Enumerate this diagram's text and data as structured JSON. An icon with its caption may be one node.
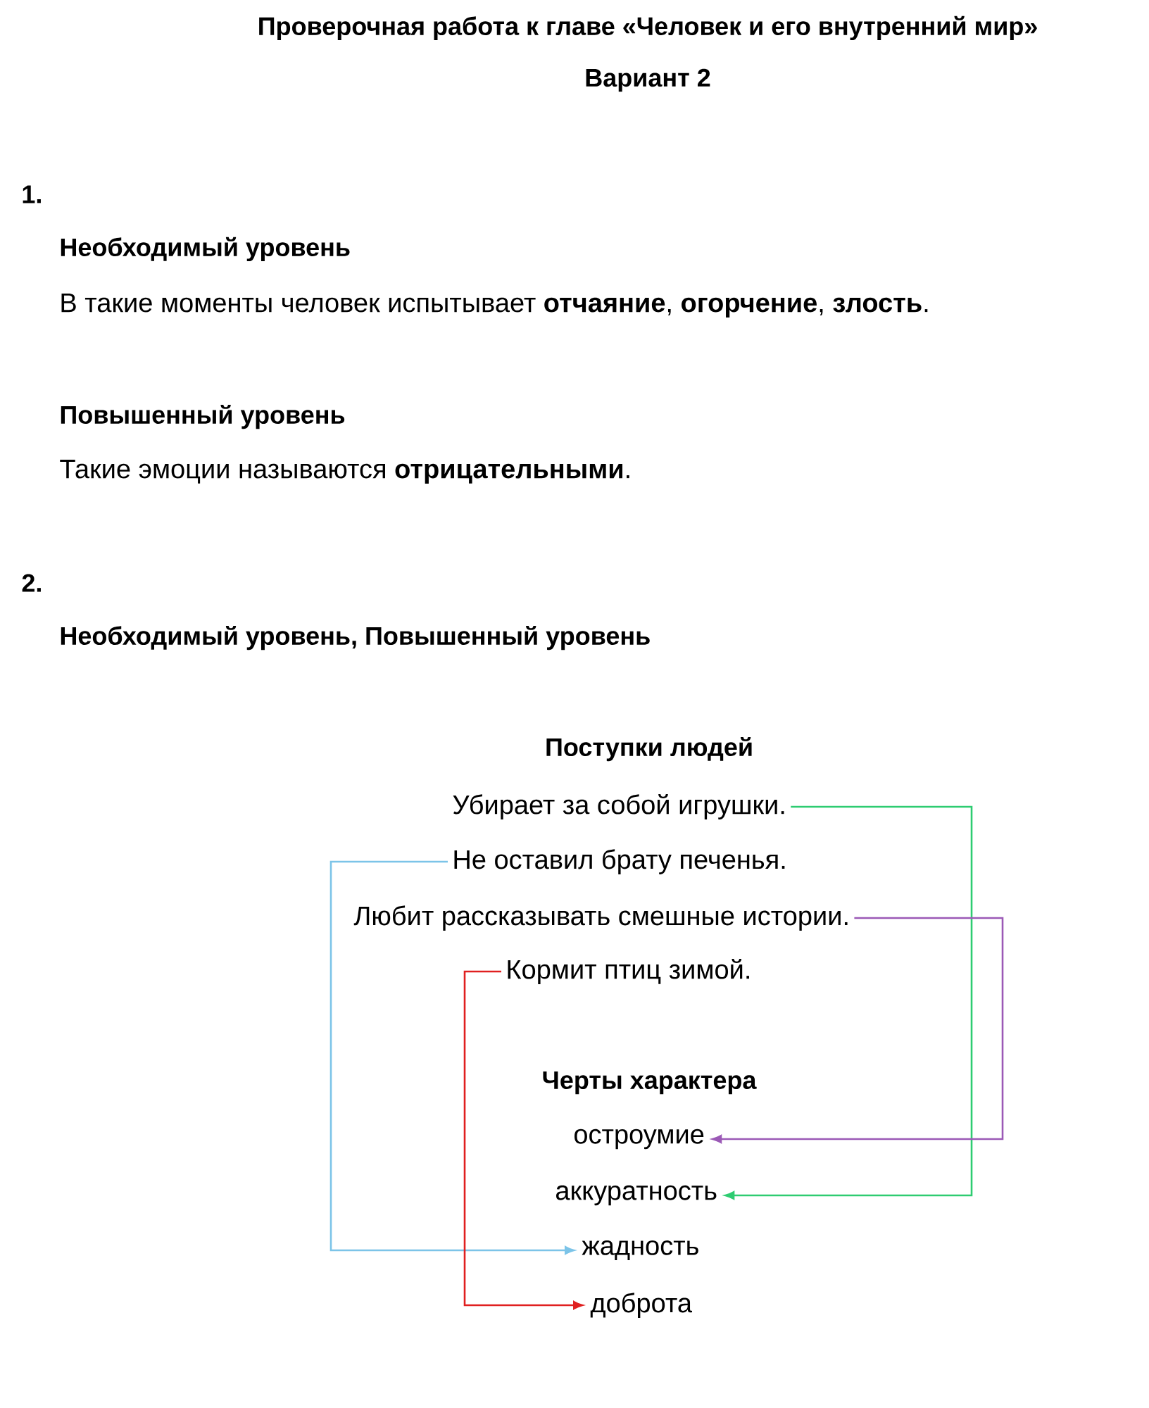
{
  "diagram": {
    "title": "Проверочная работа к главе «Человек и его внутренний мир»",
    "nodes": [
      {
        "text": [
          "Убирает за собой игрушки."
        ]
      },
      {
        "text": [
          "Не оставил брату печенья."
        ]
      },
      {
        "text": [
          "Любит рассказывать смешные истории."
        ]
      },
      {
        "text": [
          "Кормит птиц зимой."
        ]
      },
      {
        "text": [
          "остроумие"
        ]
      },
      {
        "text": [
          "аккуратность"
        ]
      },
      {
        "text": [
          "жадность"
        ]
      },
      {
        "text": [
          "доброта"
        ]
      }
    ],
    "edges": [
      {
        "from": 0,
        "to": 5,
        "arrow": "to",
        "color": "#2ecc71"
      },
      {
        "from": 1,
        "to": 6,
        "arrow": "to",
        "color": "#7cc4e8"
      },
      {
        "from": 2,
        "to": 4,
        "arrow": "to",
        "color": "#9b59b6"
      },
      {
        "from": 3,
        "to": 7,
        "arrow": "to",
        "color": "#e02020"
      }
    ],
    "labels": [
      "Вариант 2",
      "1.",
      "Необходимый уровень",
      "В такие моменты человек испытывает **отчаяние**, **огорчение**, **злость**.",
      "Повышенный уровень",
      "Такие эмоции называются **отрицательными**.",
      "2.",
      "Необходимый уровень, Повышенный уровень",
      "Поступки людей",
      "Черты характера"
    ]
  }
}
